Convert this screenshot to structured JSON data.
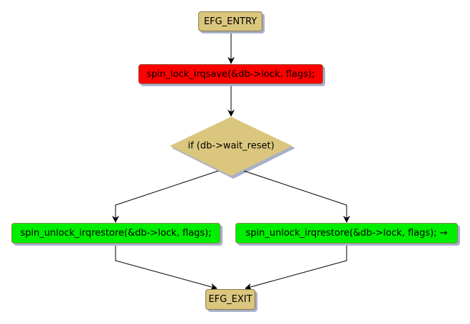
{
  "diagram": {
    "type": "flowchart",
    "colors": {
      "terminal": "#dbc67e",
      "lock": "#ff0000",
      "unlock": "#00ee00",
      "shadow": "#a8b0c8",
      "edge": "#000000"
    },
    "nodes": {
      "entry": "EFG_ENTRY",
      "lock": "spin_lock_irqsave(&db->lock, flags);",
      "condition": "if (db->wait_reset)",
      "unlock_left": "spin_unlock_irqrestore(&db->lock, flags);",
      "unlock_right": "spin_unlock_irqrestore(&db->lock, flags); →",
      "exit": "EFG_EXIT"
    },
    "edges": [
      {
        "from": "entry",
        "to": "lock"
      },
      {
        "from": "lock",
        "to": "condition"
      },
      {
        "from": "condition",
        "to": "unlock_left"
      },
      {
        "from": "condition",
        "to": "unlock_right"
      },
      {
        "from": "unlock_left",
        "to": "exit"
      },
      {
        "from": "unlock_right",
        "to": "exit"
      }
    ]
  }
}
